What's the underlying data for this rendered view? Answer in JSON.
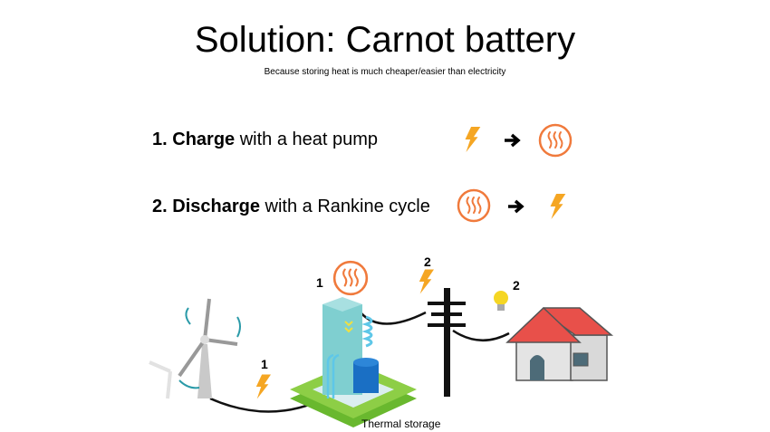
{
  "slide": {
    "title": "Solution: Carnot battery",
    "subtitle": "Because storing heat is much cheaper/easier than electricity"
  },
  "steps": [
    {
      "number": "1.",
      "keyword": "Charge",
      "rest": "with a heat pump",
      "from_icon": "lightning-icon",
      "to_icon": "heat-icon"
    },
    {
      "number": "2.",
      "keyword": "Discharge",
      "rest": "with a Rankine cycle",
      "from_icon": "heat-icon",
      "to_icon": "lightning-icon"
    }
  ],
  "diagram": {
    "labels": {
      "wind_bolt": "1",
      "heat": "1",
      "grid_bolt": "2",
      "bulb": "2"
    },
    "caption": "Thermal storage"
  },
  "colors": {
    "orange": "#f07a3c",
    "bolt": "#f5a623",
    "roof": "#e8504a",
    "green": "#7bc53c",
    "teal": "#7fcfd0"
  }
}
